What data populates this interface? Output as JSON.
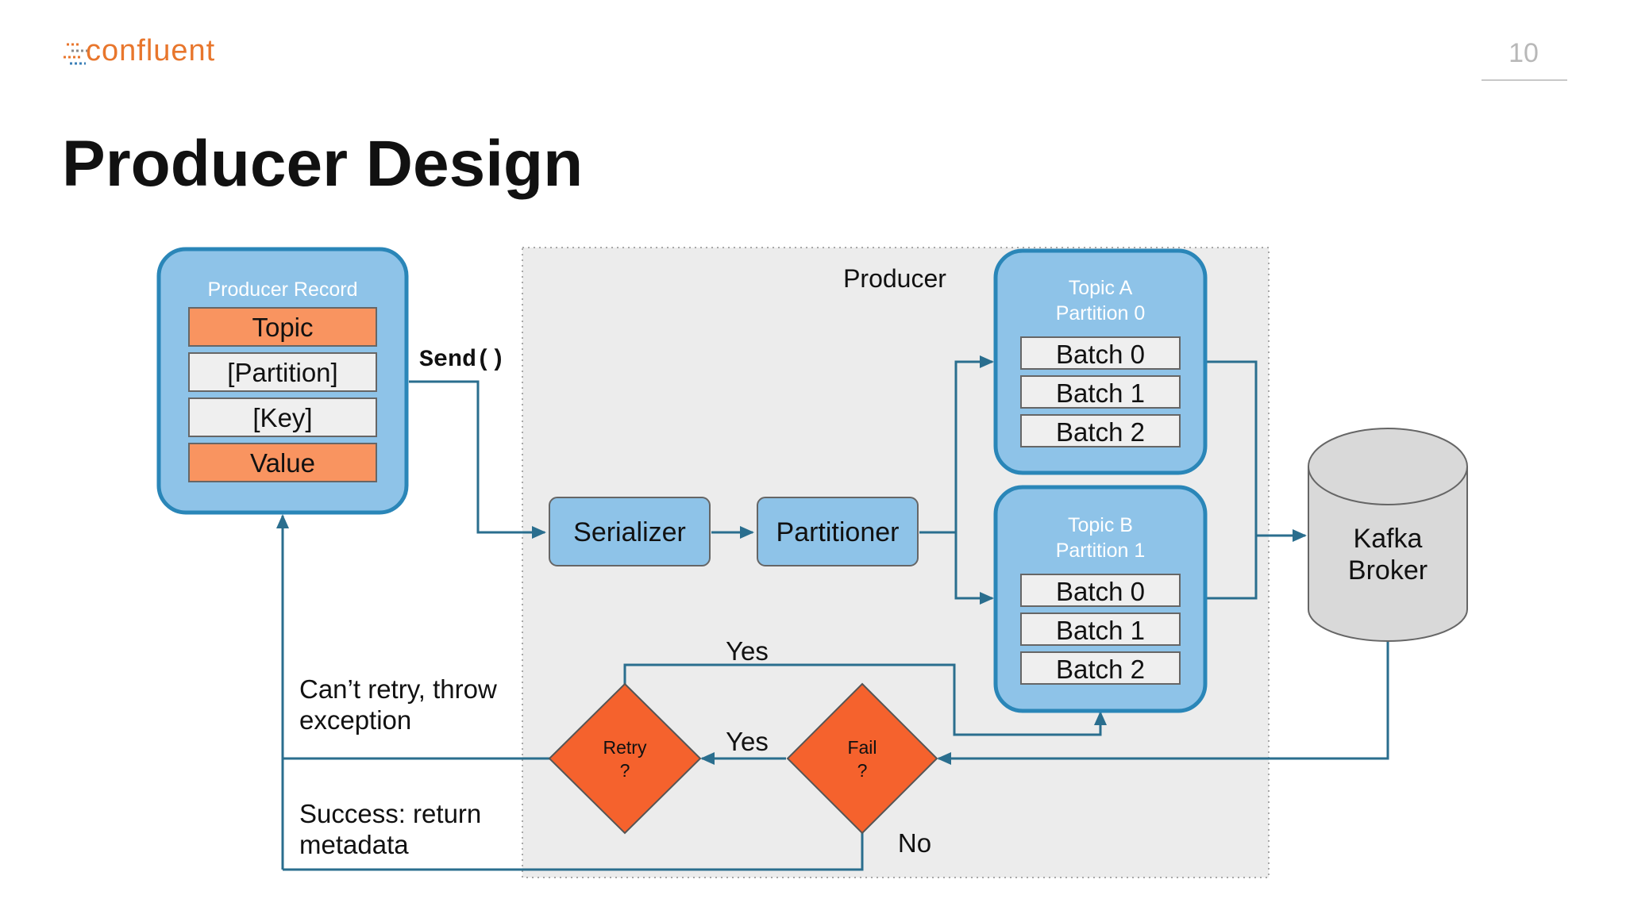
{
  "brand": {
    "logo_text": "confluent",
    "accent": "#e8762c",
    "mark_colors": [
      "#e8762c",
      "#8a8a8a",
      "#3a7fb8"
    ]
  },
  "page_number": "10",
  "title": "Producer Design",
  "colors": {
    "box_fill": "#8ec3e8",
    "box_stroke": "#2a86b8",
    "orange_field": "#f99460",
    "diamond": "#f5622d",
    "arrow": "#2a6e8e",
    "producer_area": "#ececec",
    "broker_fill": "#d9d9d9"
  },
  "diagram": {
    "producer_record": {
      "title": "Producer Record",
      "fields": [
        {
          "label": "Topic",
          "highlight": true
        },
        {
          "label": "[Partition]",
          "highlight": false
        },
        {
          "label": "[Key]",
          "highlight": false
        },
        {
          "label": "Value",
          "highlight": true
        }
      ]
    },
    "send_label": "Send()",
    "producer_label": "Producer",
    "serializer": "Serializer",
    "partitioner": "Partitioner",
    "topic_a": {
      "line1": "Topic A",
      "line2": "Partition 0",
      "batches": [
        "Batch 0",
        "Batch 1",
        "Batch 2"
      ]
    },
    "topic_b": {
      "line1": "Topic B",
      "line2": "Partition 1",
      "batches": [
        "Batch 0",
        "Batch 1",
        "Batch 2"
      ]
    },
    "broker": {
      "line1": "Kafka",
      "line2": "Broker"
    },
    "retry": {
      "line1": "Retry",
      "line2": "?"
    },
    "fail": {
      "line1": "Fail",
      "line2": "?"
    },
    "yes_retry": "Yes",
    "yes_fail": "Yes",
    "no_label": "No",
    "cant_retry": {
      "line1": "Can’t retry, throw",
      "line2": "exception"
    },
    "success": {
      "line1": "Success: return",
      "line2": "metadata"
    }
  }
}
